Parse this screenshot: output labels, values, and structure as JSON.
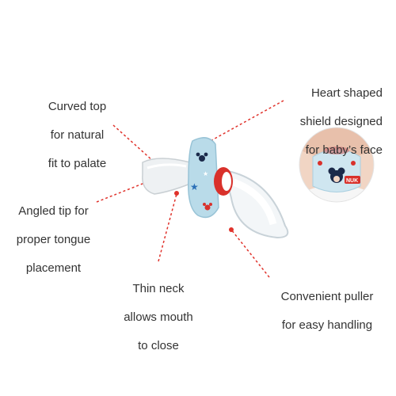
{
  "callouts": {
    "curved_top": [
      "Curved top",
      "for natural",
      "fit to palate"
    ],
    "angled_tip": [
      "Angled tip for",
      "proper tongue",
      "placement"
    ],
    "thin_neck": [
      "Thin neck",
      "allows mouth",
      "to close"
    ],
    "heart_shield": [
      "Heart shaped",
      "shield designed",
      "for baby’s face"
    ],
    "puller": [
      "Convenient puller",
      "for easy handling"
    ]
  },
  "colors": {
    "leader_line": "#e0322b",
    "shield_blue": "#b9dbe9",
    "accent_red": "#d9312b",
    "text": "#333333"
  },
  "inset_logo": "NUK"
}
